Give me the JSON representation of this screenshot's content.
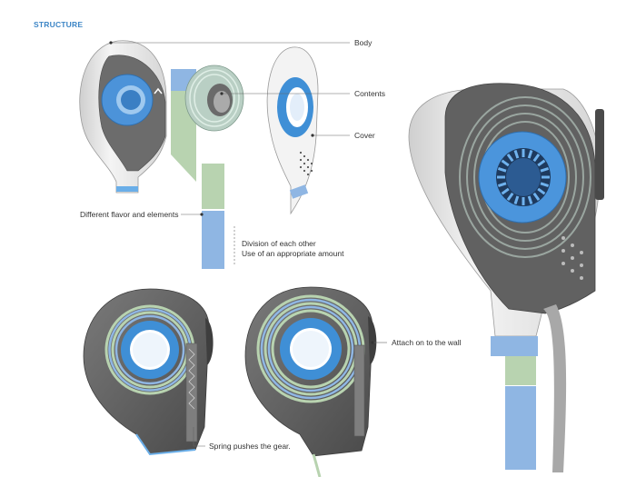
{
  "header": {
    "section_title": "STRUCTURE"
  },
  "labels": {
    "body": "Body",
    "contents": "Contents",
    "cover": "Cover",
    "flavor": "Different flavor and elements",
    "division_line1": "Division of each other",
    "division_line2": "Use of an appropriate amount",
    "attach": "Attach on to the wall",
    "spring": "Spring pushes the gear."
  },
  "colors": {
    "accent_blue": "#3d86c6",
    "gear_blue": "#3f8fd6",
    "strip_blue": "#8fb6e3",
    "strip_green": "#b8d3b0",
    "shell_gray": "#e6e6e6",
    "dark_gray": "#5a5a5a"
  }
}
